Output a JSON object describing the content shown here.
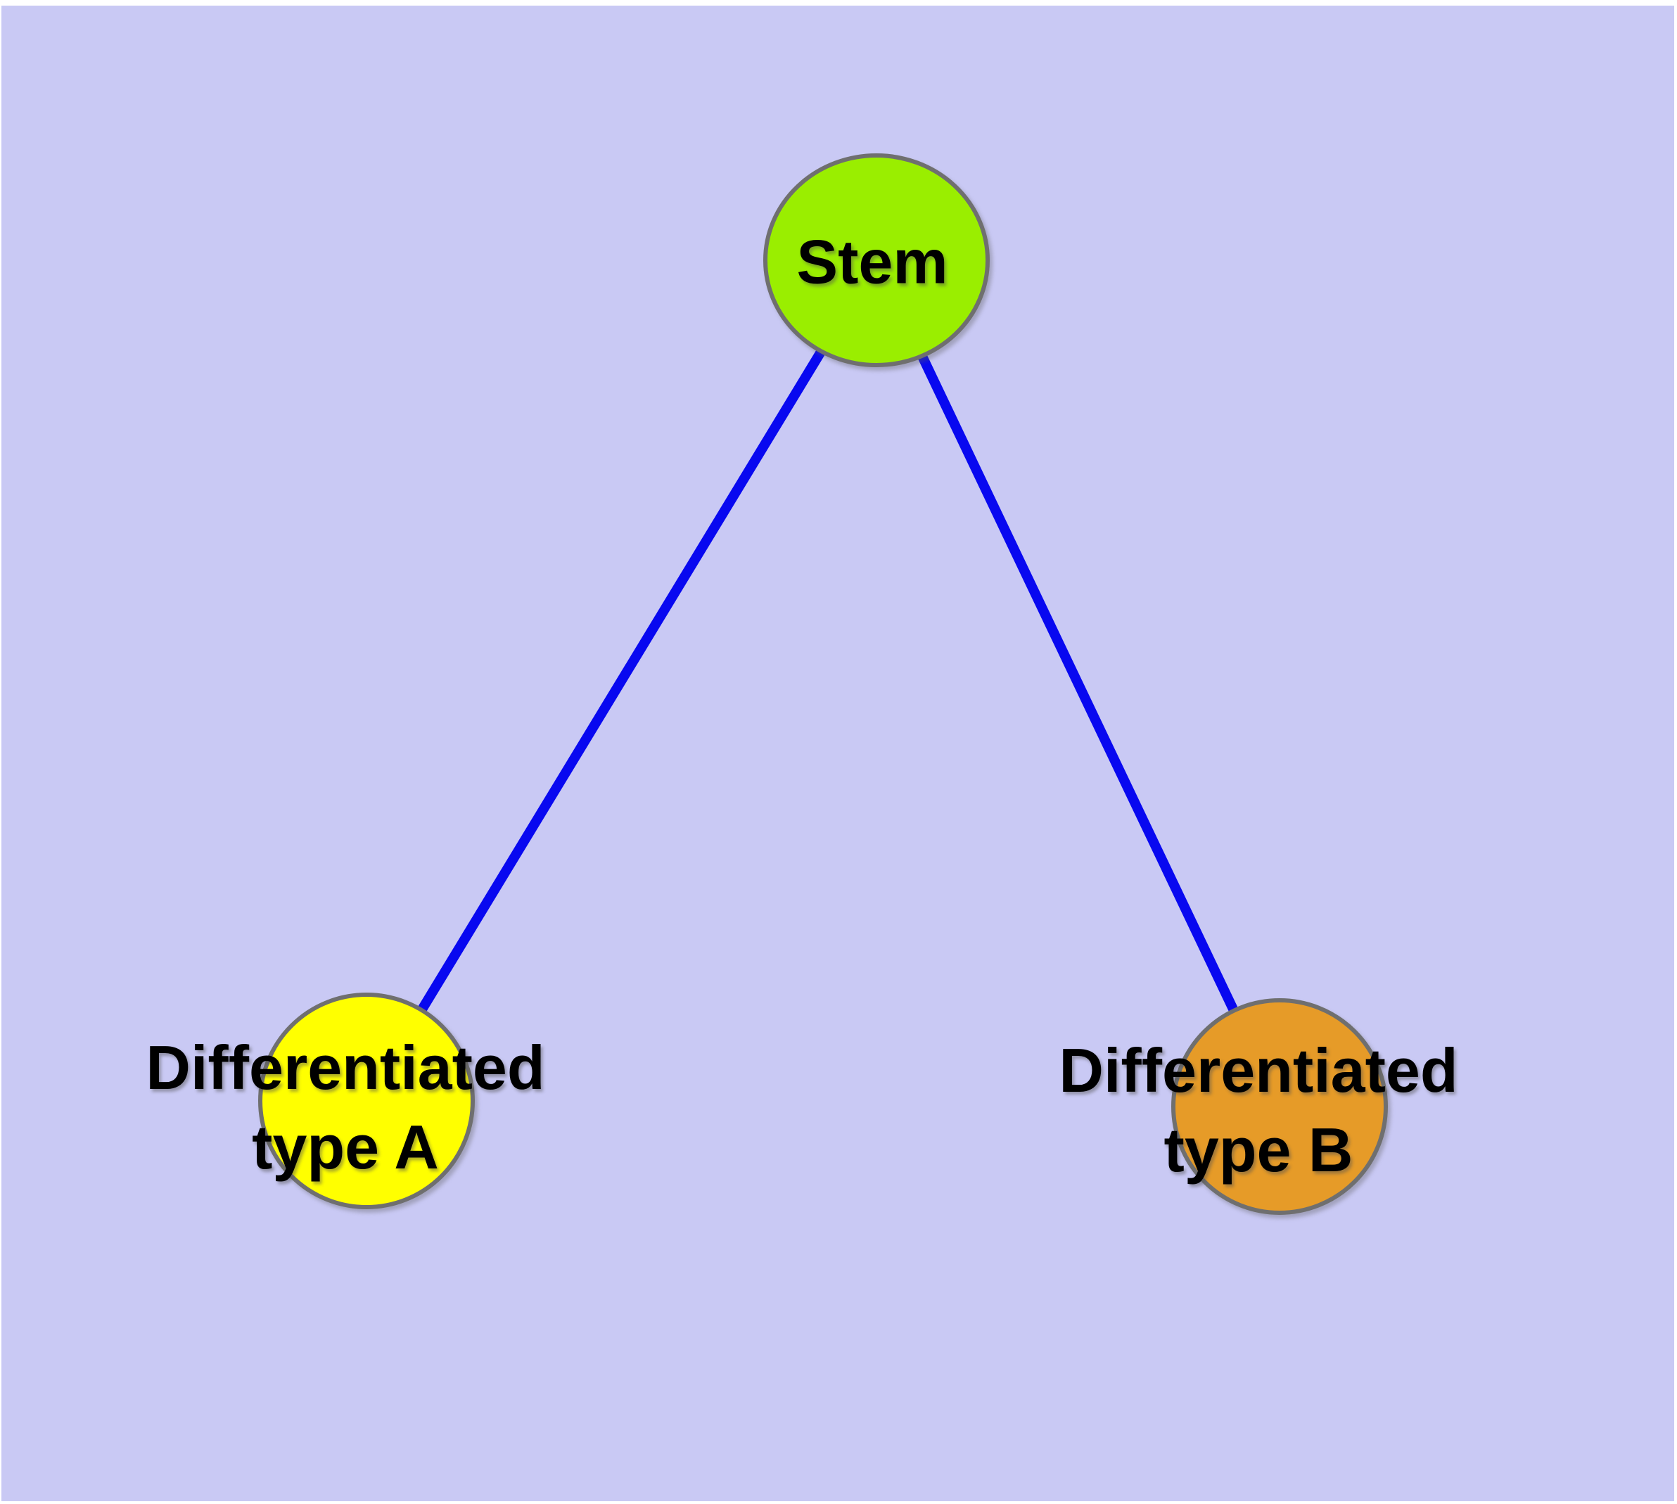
{
  "canvas": {
    "background_color": "#C9C9F4",
    "margin_color": "#FFFFFF"
  },
  "label_color": "#000000",
  "nodes": [
    {
      "id": "stem",
      "label": "Stem",
      "fill": "#9AEE00",
      "border_color": "#6F6F6F"
    },
    {
      "id": "differentiated-type-a",
      "label_line1": "Differentiated",
      "label_line2": "type A",
      "fill": "#FFFF00",
      "border_color": "#6F6F6F"
    },
    {
      "id": "differentiated-type-b",
      "label_line1": "Differentiated",
      "label_line2": "type B",
      "fill": "#E69B28",
      "border_color": "#6F6F6F"
    }
  ],
  "edges": [
    {
      "from": "stem",
      "to": "differentiated-type-a",
      "color": "#0808F0"
    },
    {
      "from": "stem",
      "to": "differentiated-type-b",
      "color": "#0808F0"
    }
  ]
}
